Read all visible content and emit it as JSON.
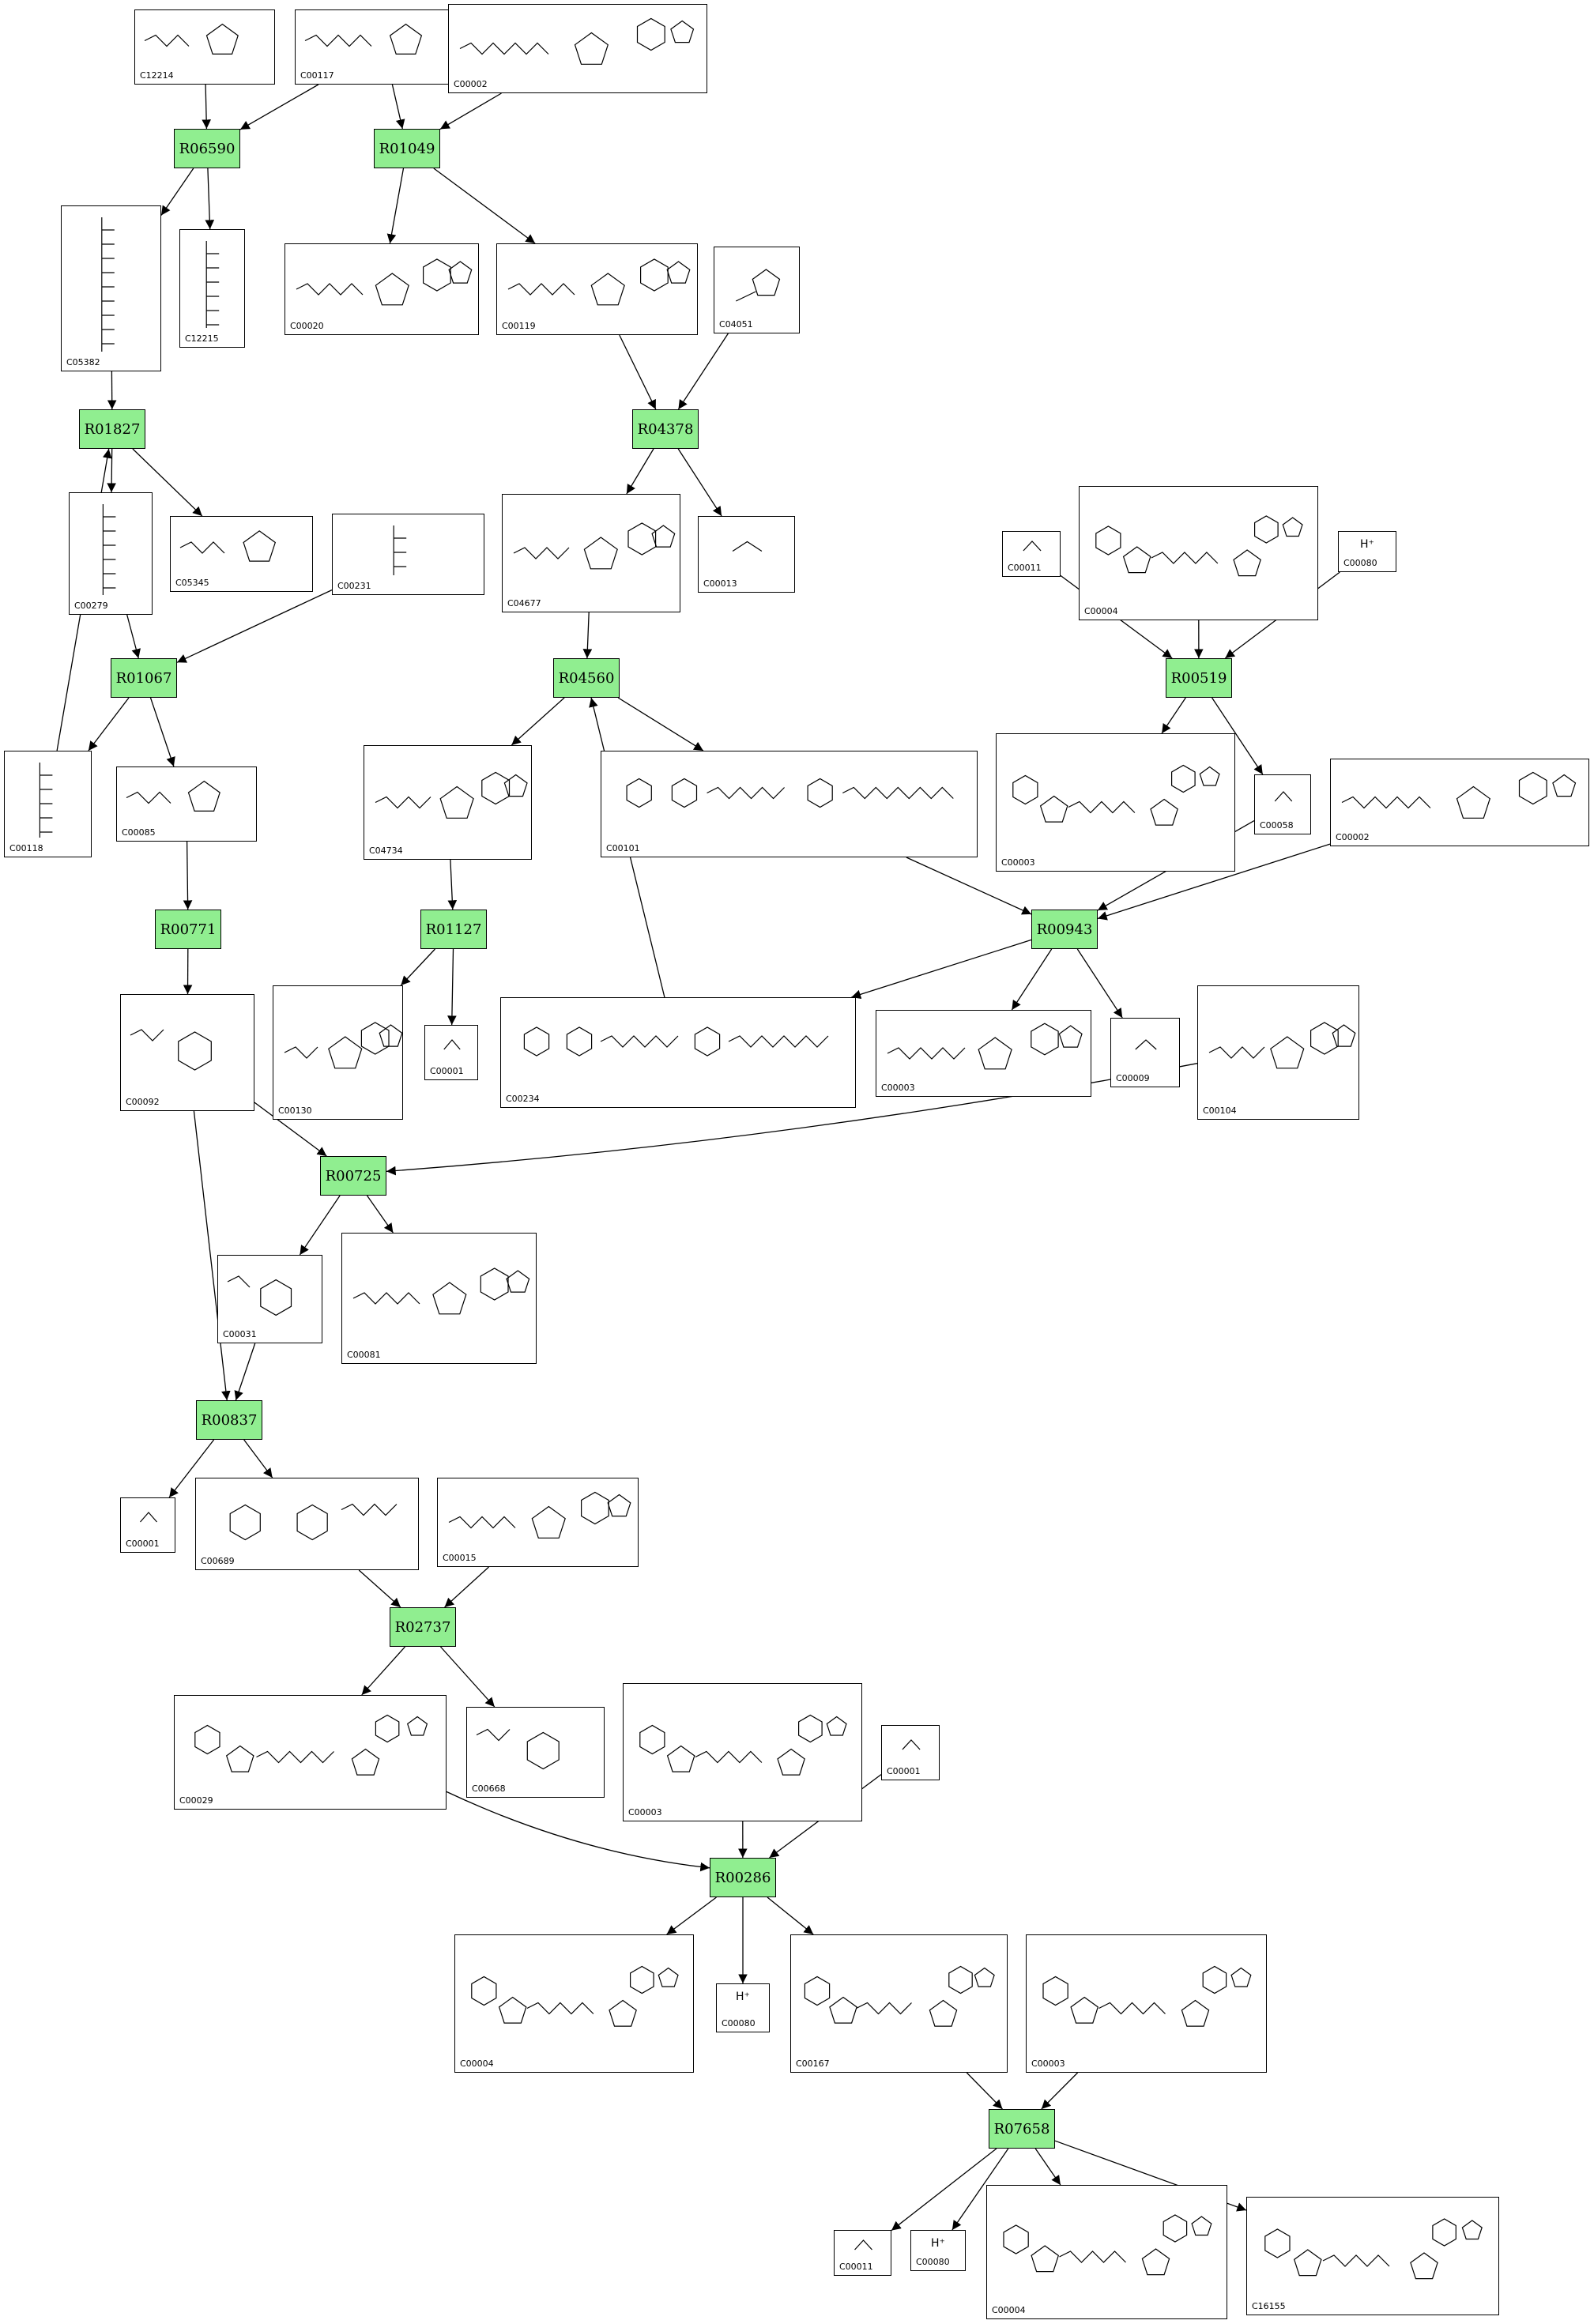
{
  "diagram": {
    "reaction_fill": "#90ee90",
    "reactions": [
      {
        "id": "r-R06590",
        "label": "R06590"
      },
      {
        "id": "r-R01049",
        "label": "R01049"
      },
      {
        "id": "r-R01827",
        "label": "R01827"
      },
      {
        "id": "r-R04378",
        "label": "R04378"
      },
      {
        "id": "r-R01067",
        "label": "R01067"
      },
      {
        "id": "r-R04560",
        "label": "R04560"
      },
      {
        "id": "r-R00519",
        "label": "R00519"
      },
      {
        "id": "r-R00771",
        "label": "R00771"
      },
      {
        "id": "r-R01127",
        "label": "R01127"
      },
      {
        "id": "r-R00943",
        "label": "R00943"
      },
      {
        "id": "r-R00725",
        "label": "R00725"
      },
      {
        "id": "r-R00837",
        "label": "R00837"
      },
      {
        "id": "r-R02737",
        "label": "R02737"
      },
      {
        "id": "r-R00286",
        "label": "R00286"
      },
      {
        "id": "r-R07658",
        "label": "R07658"
      }
    ],
    "compounds": [
      {
        "id": "c1",
        "label": "C12214"
      },
      {
        "id": "c2",
        "label": "C00117"
      },
      {
        "id": "c3",
        "label": "C00002"
      },
      {
        "id": "c4",
        "label": "C05382"
      },
      {
        "id": "c5",
        "label": "C12215"
      },
      {
        "id": "c6",
        "label": "C00020"
      },
      {
        "id": "c7",
        "label": "C00119"
      },
      {
        "id": "c8",
        "label": "C04051"
      },
      {
        "id": "c9",
        "label": "C00279"
      },
      {
        "id": "c10",
        "label": "C05345"
      },
      {
        "id": "c11",
        "label": "C00231"
      },
      {
        "id": "c12",
        "label": "C04677"
      },
      {
        "id": "c13",
        "label": "C00013"
      },
      {
        "id": "c14",
        "label": "C00011"
      },
      {
        "id": "c15",
        "label": "C00004"
      },
      {
        "id": "c16",
        "label": "C00080",
        "text": "H⁺"
      },
      {
        "id": "c17",
        "label": "C00118"
      },
      {
        "id": "c18",
        "label": "C00085"
      },
      {
        "id": "c19",
        "label": "C04734"
      },
      {
        "id": "c20",
        "label": "C00101"
      },
      {
        "id": "c21",
        "label": "C00003"
      },
      {
        "id": "c22",
        "label": "C00058"
      },
      {
        "id": "c23",
        "label": "C00002"
      },
      {
        "id": "c24",
        "label": "C00092"
      },
      {
        "id": "c25",
        "label": "C00130"
      },
      {
        "id": "c26",
        "label": "C00001"
      },
      {
        "id": "c27",
        "label": "C00234"
      },
      {
        "id": "c28",
        "label": "C00003"
      },
      {
        "id": "c29",
        "label": "C00009"
      },
      {
        "id": "c30",
        "label": "C00104"
      },
      {
        "id": "c31",
        "label": "C00031"
      },
      {
        "id": "c32",
        "label": "C00081"
      },
      {
        "id": "c33",
        "label": "C00001"
      },
      {
        "id": "c34",
        "label": "C00689"
      },
      {
        "id": "c35",
        "label": "C00015"
      },
      {
        "id": "c36",
        "label": "C00029"
      },
      {
        "id": "c37",
        "label": "C00668"
      },
      {
        "id": "c38",
        "label": "C00003"
      },
      {
        "id": "c39",
        "label": "C00001"
      },
      {
        "id": "c40",
        "label": "C00004"
      },
      {
        "id": "c41",
        "label": "C00080",
        "text": "H⁺"
      },
      {
        "id": "c42",
        "label": "C00167"
      },
      {
        "id": "c43",
        "label": "C00003"
      },
      {
        "id": "c44",
        "label": "C00011"
      },
      {
        "id": "c45",
        "label": "C00080",
        "text": "H⁺"
      },
      {
        "id": "c46",
        "label": "C00004"
      },
      {
        "id": "c47",
        "label": "C16155"
      }
    ]
  }
}
